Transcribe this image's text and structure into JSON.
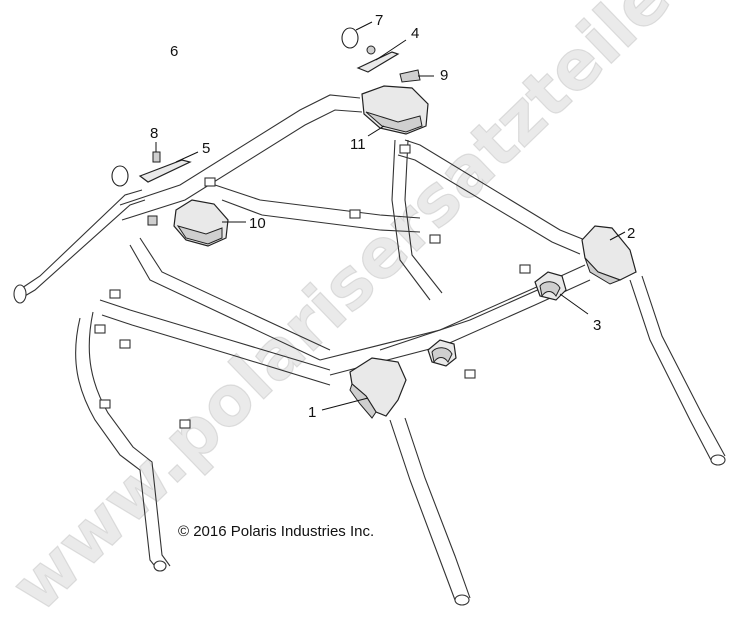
{
  "copyright": "© 2016 Polaris Industries Inc.",
  "watermark": "www.polarisersatzteile.de",
  "callouts": [
    "1",
    "2",
    "3",
    "4",
    "5",
    "6",
    "7",
    "8",
    "9",
    "10",
    "11"
  ]
}
